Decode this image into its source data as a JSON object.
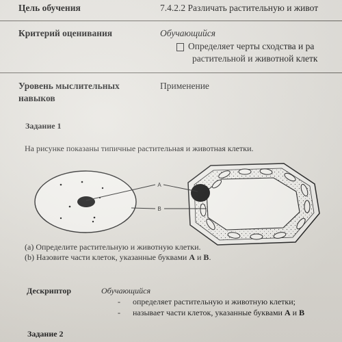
{
  "header_rows": [
    {
      "label": "Цель обучения",
      "value": "7.4.2.2 Различать растительную и живот"
    },
    {
      "label": "Критерий оценивания",
      "subject": "Обучающийся",
      "criterion_line1": "Определяет черты сходства и ра",
      "criterion_line2": "растительной и животной клетк"
    },
    {
      "label_line1": "Уровень мыслительных",
      "label_line2": "навыков",
      "value": "Применение"
    }
  ],
  "task1": {
    "title": "Задание 1",
    "intro": "На рисунке показаны типичные растительная и животная клетки.",
    "label_a": "A",
    "label_b": "B",
    "question_a": "(a) Определите растительную и животную клетки.",
    "question_b_prefix": "(b) Назовите части клеток, указанные буквами ",
    "question_b_a": "A",
    "question_b_and": " и ",
    "question_b_b": "B",
    "question_b_suffix": "."
  },
  "descriptor": {
    "label": "Дескриптор",
    "subject": "Обучающийся",
    "items": [
      {
        "bullet": "-",
        "text": "определяет растительную и животную клетки;"
      },
      {
        "bullet": "-",
        "text_prefix": "называет части клеток, указанные буквами ",
        "a": "А",
        "and": " и ",
        "b": "В"
      }
    ]
  },
  "task2": {
    "title": "Задание 2"
  }
}
